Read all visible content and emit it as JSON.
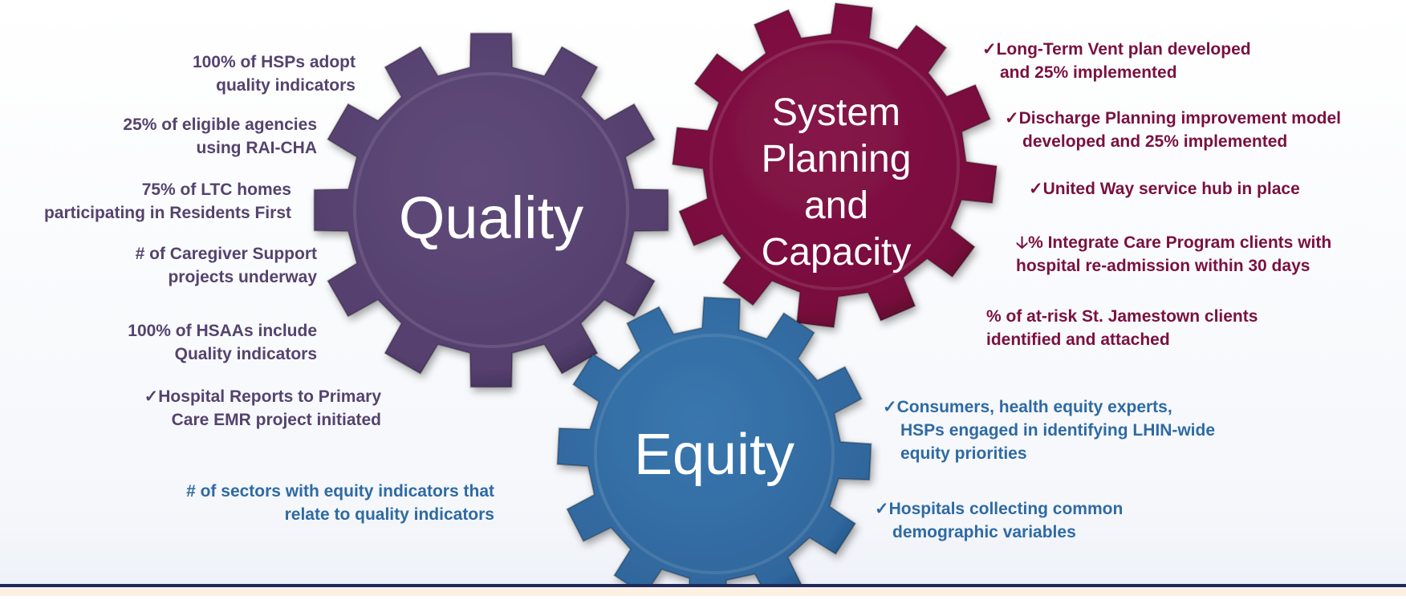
{
  "gears": {
    "quality": {
      "label": "Quality",
      "color": "#574271"
    },
    "system": {
      "lines": [
        "System",
        "Planning",
        "and",
        "Capacity"
      ],
      "color": "#7b0c3e"
    },
    "equity": {
      "label": "Equity",
      "color": "#306aa1"
    }
  },
  "quality_items": [
    [
      "100% of HSPs adopt",
      "quality indicators"
    ],
    [
      "25% of eligible agencies",
      "using RAI-CHA"
    ],
    [
      "75% of LTC homes",
      "participating in Residents First"
    ],
    [
      "# of Caregiver Support",
      "projects underway"
    ],
    [
      "100% of HSAAs include",
      "Quality indicators"
    ],
    [
      "✓Hospital Reports to Primary",
      "Care EMR project initiated"
    ]
  ],
  "quality_equity_item": [
    "# of sectors with equity indicators that",
    "relate to quality indicators"
  ],
  "system_items": [
    [
      "✓Long-Term Vent plan developed",
      "and 25% implemented"
    ],
    [
      "✓Discharge Planning improvement model",
      "developed and 25% implemented"
    ],
    [
      "✓United Way service hub in place"
    ],
    [
      "🡣%  Integrate Care Program clients with",
      "hospital re-admission within 30 days"
    ],
    [
      "%  of at-risk St. Jamestown clients",
      "identified and attached"
    ]
  ],
  "equity_items": [
    [
      "✓Consumers, health equity experts,",
      "HSPs engaged in identifying LHIN-wide",
      "equity priorities"
    ],
    [
      "✓Hospitals collecting common",
      "demographic variables"
    ]
  ]
}
